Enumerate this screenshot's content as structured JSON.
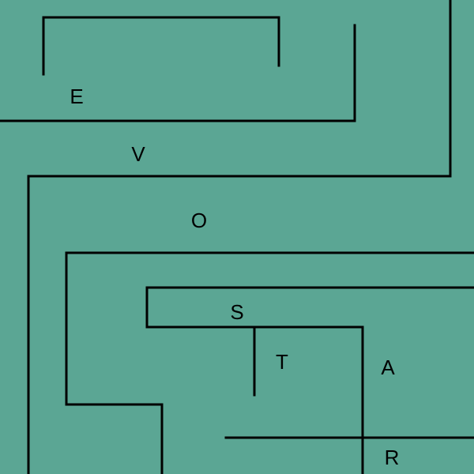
{
  "artwork": {
    "background_color": "#5ba694",
    "line_color": "#000000",
    "letters": [
      "E",
      "V",
      "O",
      "S",
      "T",
      "A",
      "R"
    ]
  }
}
